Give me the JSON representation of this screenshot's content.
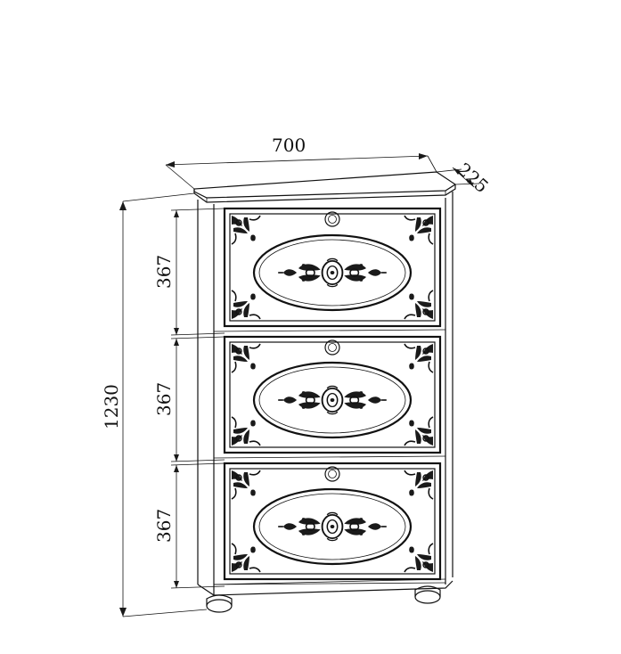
{
  "dimensions": {
    "width": "700",
    "depth": "225",
    "height": "1230",
    "drawer_heights": [
      "367",
      "367",
      "367"
    ]
  },
  "colors": {
    "line": "#111111",
    "background": "#ffffff",
    "ornament": "#1a1a1a"
  },
  "icons": {
    "knob": "ring-knob-icon",
    "corner": "floral-corner-icon",
    "center": "medallion-ornament-icon"
  }
}
